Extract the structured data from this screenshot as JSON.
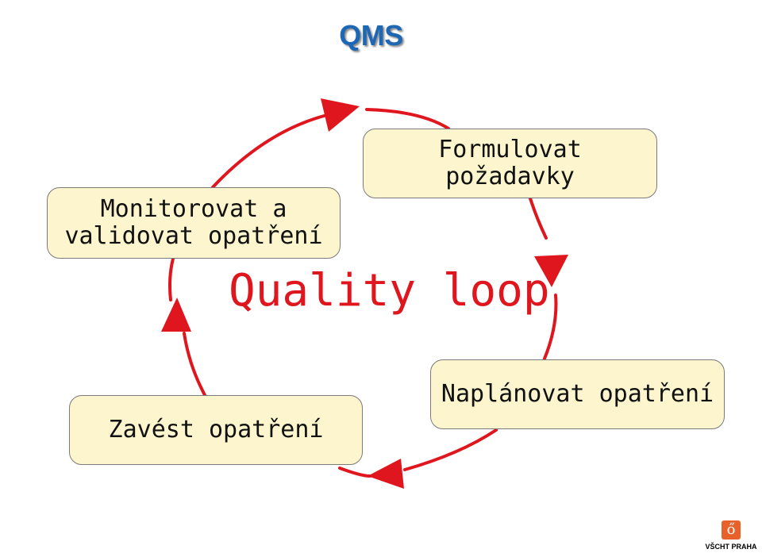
{
  "title": "QMS",
  "center_label": "Quality loop",
  "steps": {
    "formulovat": {
      "lines": [
        "Formulovat",
        "požadavky"
      ]
    },
    "naplanovat": {
      "lines": [
        "Naplánovat opatření"
      ]
    },
    "zavest": {
      "lines": [
        "Zavést opatření"
      ]
    },
    "monitorovat": {
      "lines": [
        "Monitorovat a",
        "validovat opatření"
      ]
    }
  },
  "logo": {
    "text": "VŠCHT PRAHA",
    "glyph": "ő"
  },
  "colors": {
    "title": "#1e67b4",
    "arrow": "#e0161e",
    "box_fill": "#fcf5cd",
    "box_border": "#7a7a7a",
    "center_label": "#e0161e",
    "logo": "#e8602a"
  }
}
